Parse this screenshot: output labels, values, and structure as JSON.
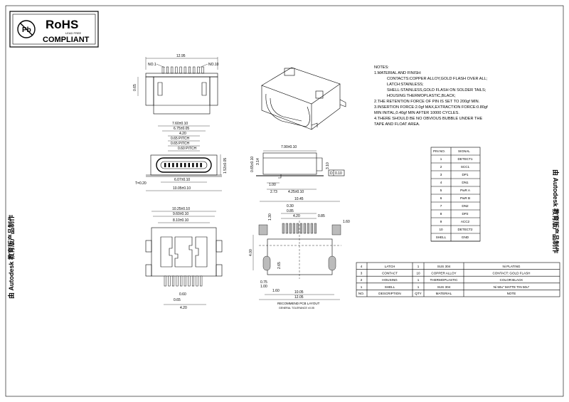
{
  "logo": {
    "title": "RoHS",
    "subtitle": "LEAD FREE",
    "footer": "COMPLIANT",
    "symbol": "Pb"
  },
  "watermark": "由 Autodesk 教育版产品制作",
  "top_view": {
    "width": "12.95",
    "pin_first": "NO.1",
    "pin_last": "NO.10",
    "height": "0.65"
  },
  "front_view": {
    "dims": [
      "7.60±0.10",
      "6.75±0.05",
      "4.20",
      "0.65 PITCH",
      "0.65 PITCH",
      "0.60 PITCH"
    ],
    "height": "1.53±0.05",
    "thickness": "T=0.20",
    "bottom_inner": "6.07±0.10",
    "bottom_outer": "10.05±0.10"
  },
  "side_view": {
    "top_length": "7.90±0.10",
    "left_heights": [
      "0.65±0.10",
      "3.14"
    ],
    "right_height": "3.10",
    "flatness": "0.10",
    "datum": "D",
    "bottom_dims": [
      "1.00",
      "2.73",
      "4.25±0.10"
    ]
  },
  "bottom_view": {
    "dims": [
      "10.25±0.10",
      "9.60±0.10",
      "8.10±0.10"
    ],
    "pitch": "0.60",
    "pad": "0.65",
    "span": "4.20"
  },
  "pcb_layout": {
    "top_width": "10.45",
    "pitch_a": "0.30",
    "pitch_b": "0.85",
    "span": "4.20",
    "pad_gap": "0.85",
    "pad_side": "1.60",
    "left_height": "4.00",
    "hole_top": "1.30",
    "hole_mid": "2.65",
    "hole_dims": [
      "0.75",
      "1.00",
      "1.60"
    ],
    "bottom_inner": "10.05",
    "bottom_outer": "12.05",
    "caption": "RECOMMEND PCB LAYOUT",
    "tolerance": "GENERAL TOLERANCE ±0.05"
  },
  "notes": {
    "heading": "NOTES:",
    "lines": [
      "1.MATERIAL AND FINISH:",
      "CONTACTS:COPPER ALLOY,GOLD FLASH OVER ALL;",
      "LATCH:STAINLESS;",
      "SHELL:STAINLESS,GOLD FLASH ON SOLDER TAILS;",
      "HOUSING:THERMOPLASTIC,BLACK;",
      "2.THE RETENTION FORCE OF PIN IS SET TO 200gf MIN.",
      "3.INSERTION FORCE:2.0gf MAX,EXTRACTION FORCE:0.80gf",
      "MIN INITAL,0.40gf MIN AFTER 10000 CYCLES.",
      "4.THERE SHOULD BE NO OBVIOUS BUBBLE UNDER THE",
      "TAPE AND FLOAT AREA."
    ]
  },
  "pin_table": {
    "headers": [
      "PIN NO.",
      "SIGNAL"
    ],
    "rows": [
      [
        "1",
        "DETECT1"
      ],
      [
        "2",
        "SCC1"
      ],
      [
        "3",
        "DP1"
      ],
      [
        "4",
        "DN1"
      ],
      [
        "5",
        "PwR A"
      ],
      [
        "6",
        "PwR B"
      ],
      [
        "7",
        "DN2"
      ],
      [
        "8",
        "DP2"
      ],
      [
        "9",
        "ACC2"
      ],
      [
        "10",
        "DETECT2"
      ],
      [
        "SHELL",
        "GND"
      ]
    ]
  },
  "bom": {
    "headers": [
      "NO.",
      "DESCRIPTION",
      "QTY",
      "MATERIAL",
      "NOTE"
    ],
    "rows": [
      [
        "4",
        "LATCH",
        "1",
        "SUS 304",
        "Ni PLATING"
      ],
      [
        "3",
        "CONTACT",
        "10",
        "COPPER ALLOY",
        "CONTACT: GOLD FLASH"
      ],
      [
        "2",
        "HOUSING",
        "1",
        "THERMOPLASTIC",
        "COLOR:BLACK"
      ],
      [
        "1",
        "SHELL",
        "1",
        "SUS 304",
        "Ni 50u\" MATTE TIN 50u\""
      ]
    ]
  }
}
